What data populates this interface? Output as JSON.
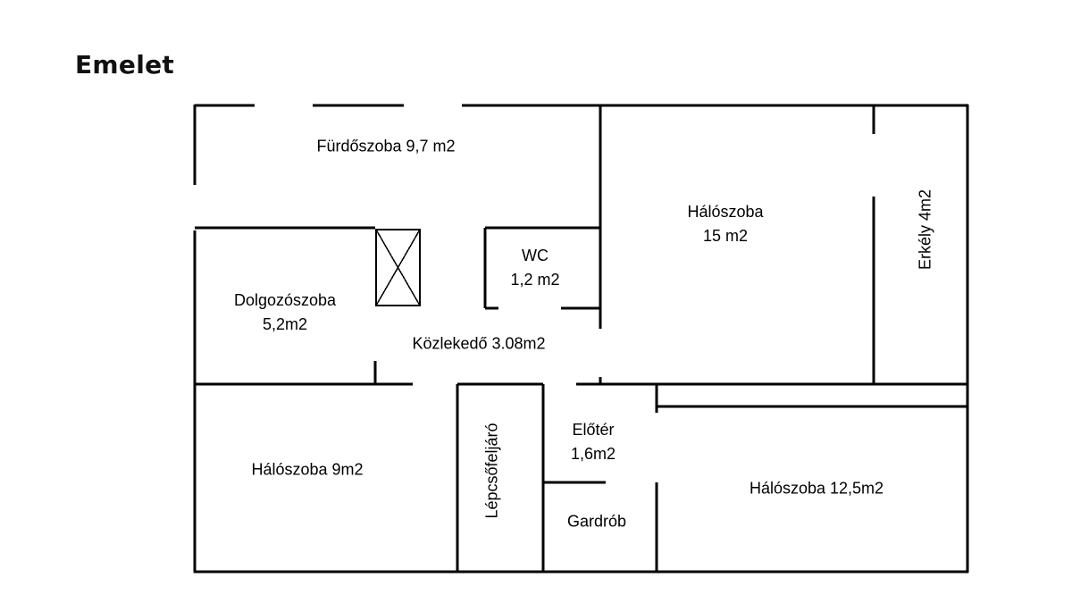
{
  "title": "Emelet",
  "rooms": {
    "furdoszoba": {
      "name": "Fürdőszoba 9,7 m2"
    },
    "haloszoba15": {
      "line1": "Hálószoba",
      "line2": "15 m2"
    },
    "erkely": {
      "name": "Erkély 4m2"
    },
    "wc": {
      "line1": "WC",
      "line2": "1,2 m2"
    },
    "dolgozoszoba": {
      "line1": "Dolgozószoba",
      "line2": "5,2m2"
    },
    "kozlekedo": {
      "name": "Közlekedő 3.08m2"
    },
    "lepcsofeljaro": {
      "name": "Lépcsőfeljáró"
    },
    "eloter": {
      "line1": "Előtér",
      "line2": "1,6m2"
    },
    "gardrob": {
      "name": "Gardrób"
    },
    "haloszoba9": {
      "name": "Hálószoba 9m2"
    },
    "haloszoba125": {
      "name": "Hálószoba 12,5m2"
    }
  },
  "colors": {
    "wall": "#000000",
    "background": "#ffffff",
    "text": "#000000"
  }
}
